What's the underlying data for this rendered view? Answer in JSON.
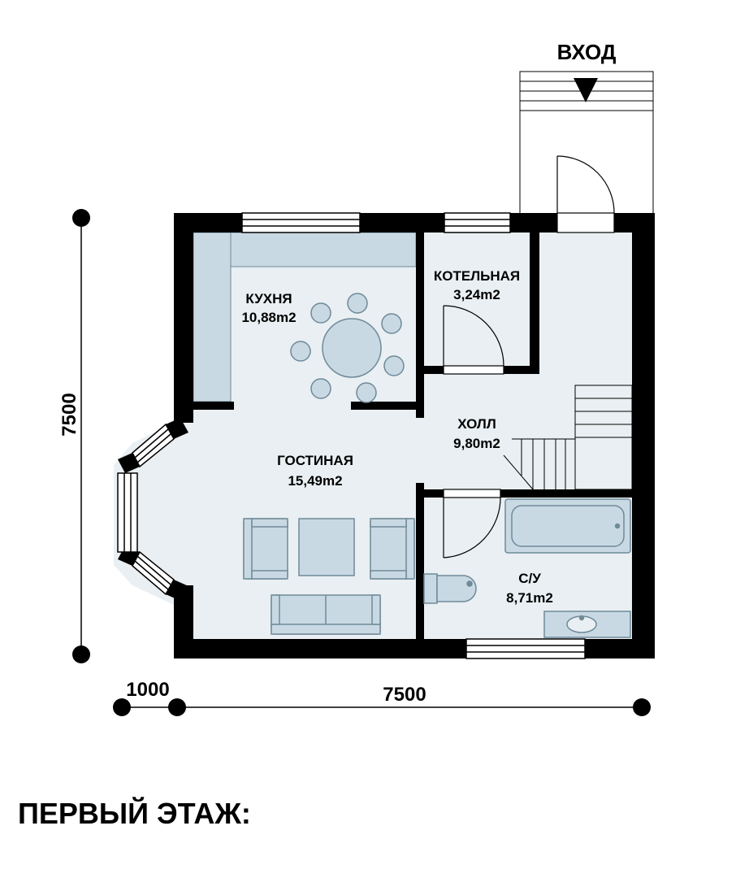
{
  "title": "ПЕРВЫЙ ЭТАЖ:",
  "entrance_label": "ВХОД",
  "rooms": {
    "kitchen": {
      "name": "КУХНЯ",
      "area": "10,88m2"
    },
    "boiler": {
      "name": "КОТЕЛЬНАЯ",
      "area": "3,24m2"
    },
    "hall": {
      "name": "ХОЛЛ",
      "area": "9,80m2"
    },
    "living": {
      "name": "ГОСТИНАЯ",
      "area": "15,49m2"
    },
    "bathroom": {
      "name": "С/У",
      "area": "8,71m2"
    }
  },
  "dimensions": {
    "height": "7500",
    "width": "7500",
    "bay": "1000"
  },
  "colors": {
    "wall": "#000000",
    "floor": "#e9eff2",
    "furniture": "#c9d9e3",
    "furniture_edge": "#6f8a99",
    "kitchen_counter": "#c9d9e3"
  }
}
